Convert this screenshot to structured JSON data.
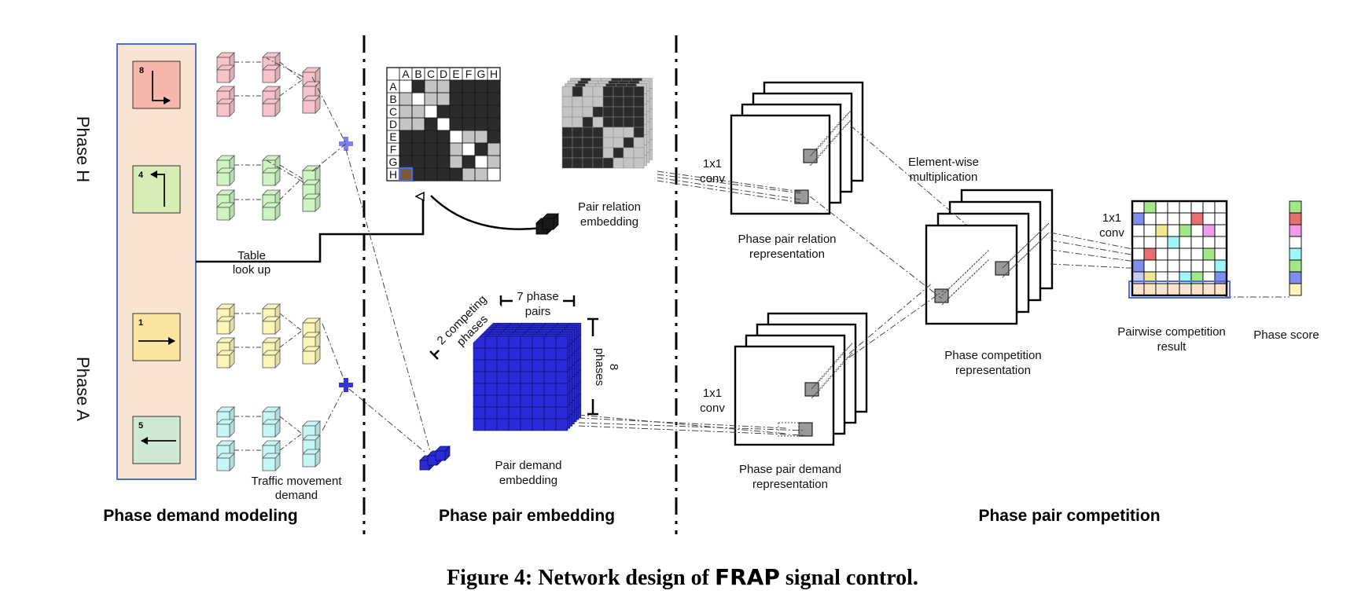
{
  "phase_labels": {
    "top": "Phase H",
    "bottom": "Phase A"
  },
  "phase_boxes": [
    {
      "number": "8",
      "color": "#f4b7aa",
      "arrow": "right-turn-icon"
    },
    {
      "number": "4",
      "color": "#d6edb5",
      "arrow": "left-turn-icon"
    },
    {
      "number": "1",
      "color": "#fbe3a0",
      "arrow": "arrow-right-icon"
    },
    {
      "number": "5",
      "color": "#cfe8d2",
      "arrow": "arrow-left-icon"
    }
  ],
  "labels": {
    "table_lookup_1": "Table",
    "table_lookup_2": "look up",
    "traffic_movement_1": "Traffic movement",
    "traffic_movement_2": "demand",
    "pair_relation_1": "Pair relation",
    "pair_relation_2": "embedding",
    "pair_demand_1": "Pair demand",
    "pair_demand_2": "embedding",
    "seven_phase_1": "7 phase",
    "seven_phase_2": "pairs",
    "two_competing_1": "2 competing",
    "two_competing_2": "phases",
    "eight_phases_1": "8",
    "eight_phases_2": "phases",
    "conv_top_1": "1x1",
    "conv_top_2": "conv",
    "conv_bottom_1": "1x1",
    "conv_bottom_2": "conv",
    "conv_right_1": "1x1",
    "conv_right_2": "conv",
    "relation_rep_1": "Phase pair relation",
    "relation_rep_2": "representation",
    "demand_rep_1": "Phase pair demand",
    "demand_rep_2": "representation",
    "elementwise_1": "Element-wise",
    "elementwise_2": "multiplication",
    "competition_rep_1": "Phase competition",
    "competition_rep_2": "representation",
    "pairwise_1": "Pairwise competition",
    "pairwise_2": "result",
    "phase_score": "Phase score"
  },
  "sections": {
    "demand_modeling": "Phase demand modeling",
    "pair_embedding": "Phase pair embedding",
    "pair_competition": "Phase pair competition"
  },
  "matrix": {
    "col_headers": [
      "A",
      "B",
      "C",
      "D",
      "E",
      "F",
      "G",
      "H"
    ],
    "row_headers": [
      "A",
      "B",
      "C",
      "D",
      "E",
      "F",
      "G",
      "H"
    ]
  },
  "caption": {
    "prefix": "Figure 4: Network design of ",
    "name": "FRAP",
    "suffix": " signal control."
  },
  "colors": {
    "phase_panel": "#f9e4d2",
    "panel_border": "#4a6fdc",
    "cube_red": "#f6c3c9",
    "cube_green": "#cdf5c2",
    "cube_yellow": "#fcf5b8",
    "cube_cyan": "#c6f6f6",
    "plus": "#7d80f0",
    "dark_cell": "#2b2b2b",
    "light_cell": "#c4c4c4",
    "blue_cube": "#2a2ad8",
    "highlight": "#4a6fdc"
  }
}
